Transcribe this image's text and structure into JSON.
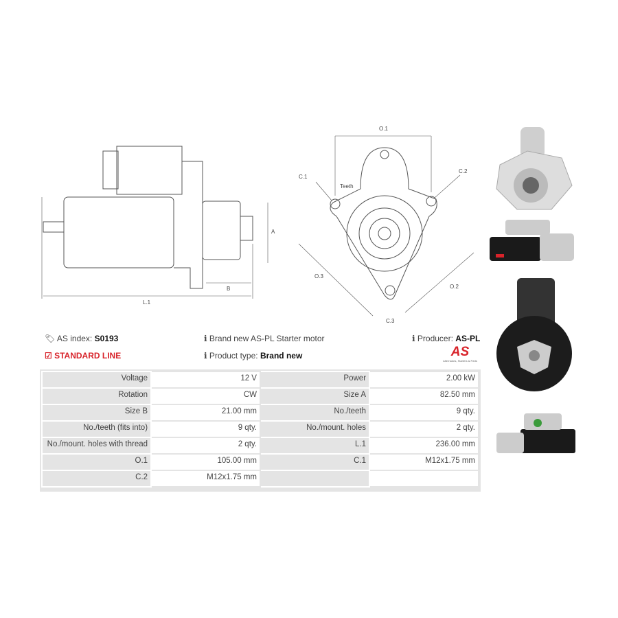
{
  "drawing_side": {
    "labels": {
      "a": "A",
      "b": "B",
      "l1": "L.1"
    }
  },
  "drawing_front": {
    "labels": {
      "o1": "O.1",
      "o2": "O.2",
      "o3": "O.3",
      "c1": "C.1",
      "c2": "C.2",
      "c3": "C.3",
      "teeth": "Teeth"
    }
  },
  "info": {
    "as_index_label": "AS index:",
    "as_index_value": "S0193",
    "line": "STANDARD LINE",
    "description": "Brand new AS-PL Starter motor",
    "product_type_label": "Product type:",
    "product_type_value": "Brand new",
    "producer_label": "Producer:",
    "producer_value": "AS-PL",
    "logo_text": "AS",
    "logo_tagline": "Alternators, Starters & Parts"
  },
  "specs": [
    [
      {
        "l": "Voltage",
        "v": "12 V"
      },
      {
        "l": "Power",
        "v": "2.00 kW"
      }
    ],
    [
      {
        "l": "Rotation",
        "v": "CW"
      },
      {
        "l": "Size A",
        "v": "82.50 mm"
      }
    ],
    [
      {
        "l": "Size B",
        "v": "21.00 mm"
      },
      {
        "l": "No./teeth",
        "v": "9 qty."
      }
    ],
    [
      {
        "l": "No./teeth (fits into)",
        "v": "9 qty."
      },
      {
        "l": "No./mount. holes",
        "v": "2 qty."
      }
    ],
    [
      {
        "l": "No./mount. holes with thread",
        "v": "2 qty."
      },
      {
        "l": "L.1",
        "v": "236.00 mm"
      }
    ],
    [
      {
        "l": "O.1",
        "v": "105.00 mm"
      },
      {
        "l": "C.1",
        "v": "M12x1.75 mm"
      }
    ],
    [
      {
        "l": "C.2",
        "v": "M12x1.75 mm"
      },
      {
        "l": "",
        "v": ""
      }
    ]
  ],
  "colors": {
    "accent": "#d8232a",
    "table_label_bg": "#e4e4e4"
  }
}
